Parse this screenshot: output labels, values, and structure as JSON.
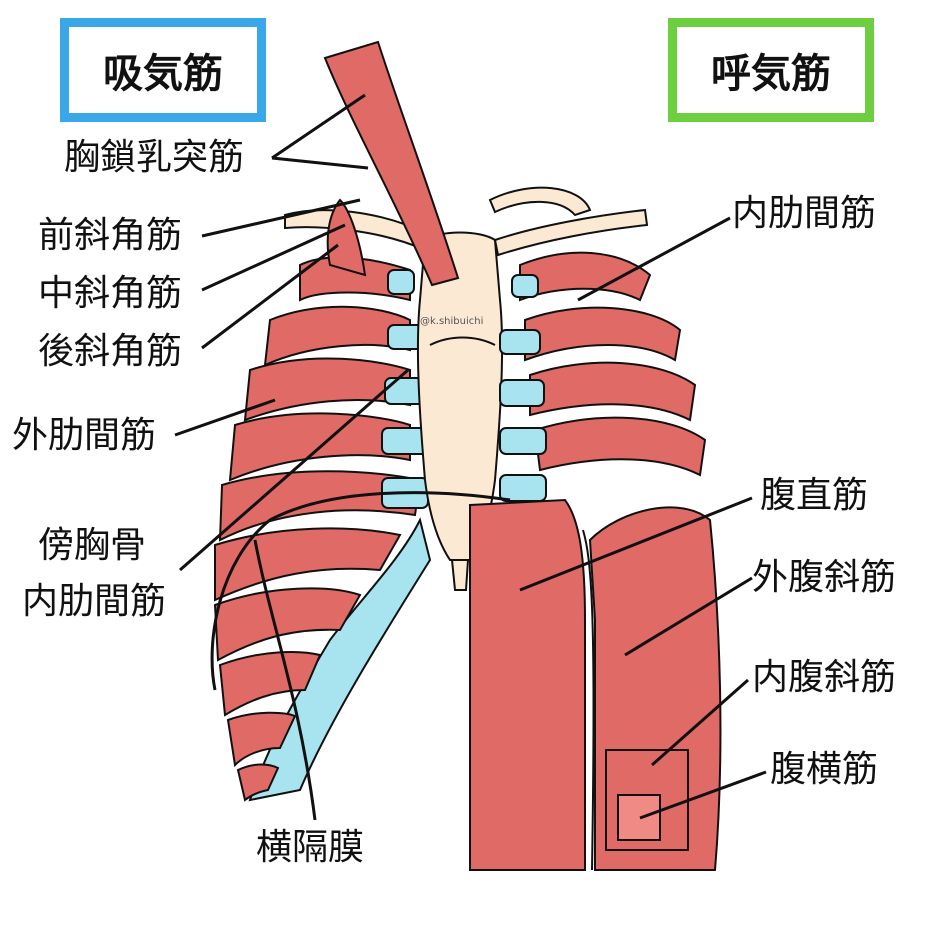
{
  "headers": {
    "inspiratory": "吸気筋",
    "expiratory": "呼気筋"
  },
  "labels": {
    "sternocleidomastoid": "胸鎖乳突筋",
    "anterior_scalene": "前斜角筋",
    "middle_scalene": "中斜角筋",
    "posterior_scalene": "後斜角筋",
    "external_intercostal": "外肋間筋",
    "parasternal_line1": "傍胸骨",
    "parasternal_line2": "内肋間筋",
    "diaphragm": "横隔膜",
    "internal_intercostal": "内肋間筋",
    "rectus_abdominis": "腹直筋",
    "external_oblique": "外腹斜筋",
    "internal_oblique": "内腹斜筋",
    "transversus_abdominis": "腹横筋"
  },
  "credit": "@k.shibuichi",
  "colors": {
    "muscle": "#e06a66",
    "muscle_light": "#f08a84",
    "bone": "#fbe9d3",
    "cartilage": "#a8e4ef",
    "inspiratory_border": "#3aa8e8",
    "expiratory_border": "#6dcf3f",
    "line": "#111111"
  }
}
